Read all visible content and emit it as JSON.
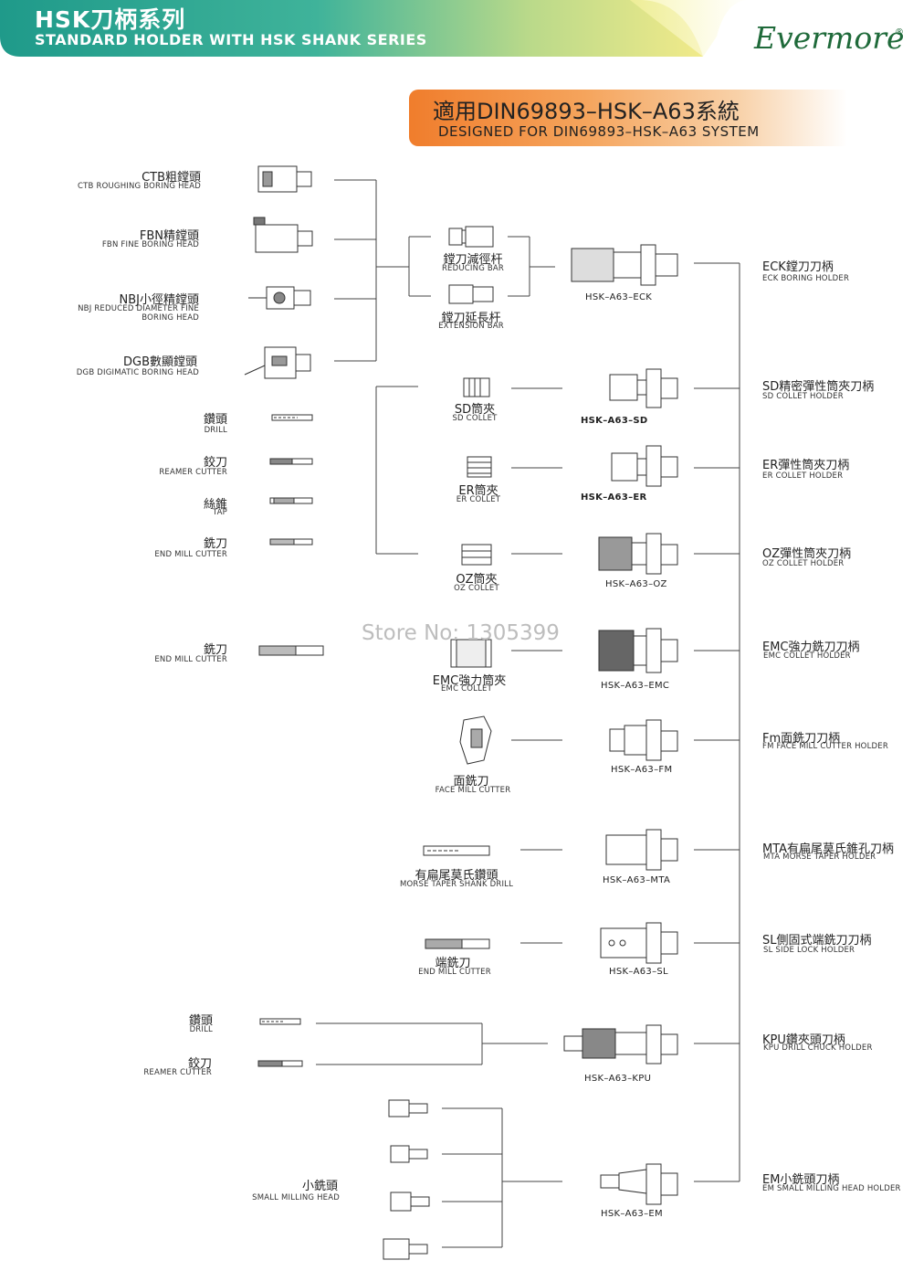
{
  "header": {
    "title_cn": "HSK刀柄系列",
    "title_en": "STANDARD HOLDER WITH HSK SHANK SERIES",
    "brand": "Evermore",
    "brand_mark": "®",
    "colors": {
      "band_start": "#1f9a8a",
      "band_end": "#e8e37a",
      "brand": "#1f6a3a"
    }
  },
  "system": {
    "title_cn": "適用DIN69893–HSK–A63系統",
    "title_en": "DESIGNED FOR DIN69893–HSK–A63 SYSTEM",
    "color": "#f07d2c"
  },
  "watermark": "Store No: 1305399",
  "left_tools": {
    "ctb": {
      "cn": "CTB粗鏜頭",
      "en": "CTB ROUGHING BORING HEAD"
    },
    "fbn": {
      "cn": "FBN精鏜頭",
      "en": "FBN FINE BORING HEAD"
    },
    "nbj": {
      "cn": "NBJ小徑精鏜頭",
      "en1": "NBJ REDUCED DIAMETER FINE",
      "en2": "BORING HEAD"
    },
    "dgb": {
      "cn": "DGB數顯鏜頭",
      "en": "DGB DIGIMATIC BORING HEAD"
    },
    "drill": {
      "cn": "鑽頭",
      "en": "DRILL"
    },
    "reamer": {
      "cn": "鉸刀",
      "en": "REAMER CUTTER"
    },
    "tap": {
      "cn": "絲錐",
      "en": "TAP"
    },
    "endmill": {
      "cn": "銑刀",
      "en": "END MILL CUTTER"
    },
    "endmill2": {
      "cn": "銑刀",
      "en": "END MILL CUTTER"
    },
    "drill2": {
      "cn": "鑽頭",
      "en": "DRILL"
    },
    "reamer2": {
      "cn": "鉸刀",
      "en": "REAMER CUTTER"
    },
    "smallmill": {
      "cn": "小銑頭",
      "en": "SMALL MILLING HEAD"
    }
  },
  "middle_parts": {
    "reducing_bar": {
      "cn": "鏜刀減徑杆",
      "en": "REDUCING BAR"
    },
    "extension_bar": {
      "cn": "鏜刀延長杆",
      "en": "EXTENSION BAR"
    },
    "sd_collet": {
      "cn": "SD筒夾",
      "en": "SD COLLET"
    },
    "er_collet": {
      "cn": "ER筒夾",
      "en": "ER COLLET"
    },
    "oz_collet": {
      "cn": "OZ筒夾",
      "en": "OZ COLLET"
    },
    "emc_collet": {
      "cn": "EMC強力筒夾",
      "en": "EMC COLLET"
    },
    "face_mill": {
      "cn": "面銑刀",
      "en": "FACE MILL CUTTER"
    },
    "morse_drill": {
      "cn": "有扁尾莫氏鑽頭",
      "en": "MORSE TAPER SHANK DRILL"
    },
    "end_mill": {
      "cn": "端銑刀",
      "en": "END MILL CUTTER"
    }
  },
  "models": {
    "eck": "HSK–A63–ECK",
    "sd": "HSK–A63–SD",
    "er": "HSK–A63–ER",
    "oz": "HSK–A63–OZ",
    "emc": "HSK–A63–EMC",
    "fm": "HSK–A63–FM",
    "mta": "HSK–A63–MTA",
    "sl": "HSK–A63–SL",
    "kpu": "HSK–A63–KPU",
    "em": "HSK–A63–EM"
  },
  "holders": {
    "eck": {
      "cn": "ECK鏜刀刀柄",
      "en": "ECK BORING HOLDER"
    },
    "sd": {
      "cn": "SD精密彈性筒夾刀柄",
      "en": "SD COLLET HOLDER"
    },
    "er": {
      "cn": "ER彈性筒夾刀柄",
      "en": "ER COLLET HOLDER"
    },
    "oz": {
      "cn": "OZ彈性筒夾刀柄",
      "en": "OZ COLLET HOLDER"
    },
    "emc": {
      "cn": "EMC強力銑刀刀柄",
      "en": "EMC COLLET HOLDER"
    },
    "fm": {
      "cn": "Fm面銑刀刀柄",
      "en": "FM FACE MILL CUTTER HOLDER"
    },
    "mta": {
      "cn": "MTA有扁尾莫氏錐孔刀柄",
      "en": "MTA MORSE TAPER HOLDER"
    },
    "sl": {
      "cn": "SL側固式端銑刀刀柄",
      "en": "SL SIDE LOCK HOLDER"
    },
    "kpu": {
      "cn": "KPU鑽夾頭刀柄",
      "en": "KPU DRILL CHUCK HOLDER"
    },
    "em": {
      "cn": "EM小銑頭刀柄",
      "en": "EM SMALL MILLING HEAD HOLDER"
    }
  }
}
